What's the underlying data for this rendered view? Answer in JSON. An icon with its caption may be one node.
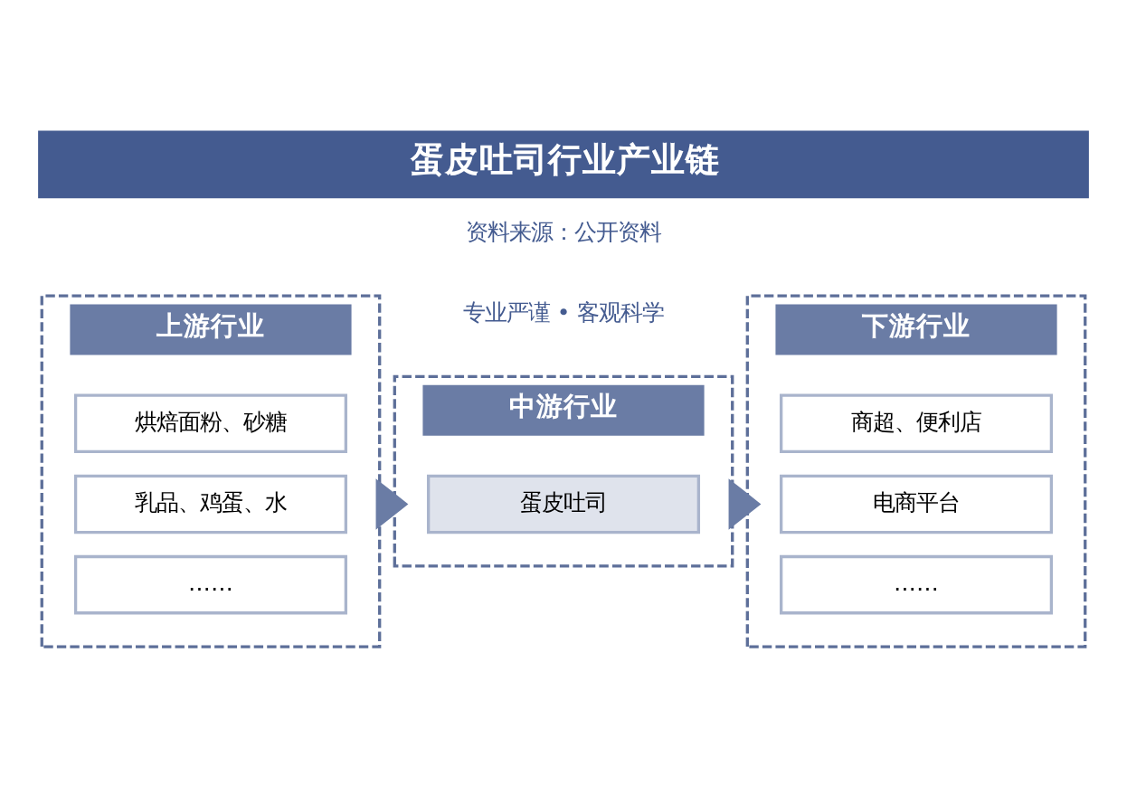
{
  "diagram": {
    "title": "蛋皮吐司行业产业链",
    "nodes": [
      {
        "text": [
          "上游行业"
        ]
      },
      {
        "text": [
          "烘焙面粉、砂糖"
        ],
        "in": 0
      },
      {
        "text": [
          "乳品、鸡蛋、水"
        ],
        "in": 0
      },
      {
        "text": [
          "……"
        ],
        "in": 0
      },
      {
        "text": [
          "中游行业"
        ]
      },
      {
        "text": [
          "蛋皮吐司"
        ],
        "in": 4
      },
      {
        "text": [
          "下游行业"
        ]
      },
      {
        "text": [
          "商超、便利店"
        ],
        "in": 6
      },
      {
        "text": [
          "电商平台"
        ],
        "in": 6
      },
      {
        "text": [
          "……"
        ],
        "in": 6
      }
    ],
    "edges": [
      {
        "from": 0,
        "to": 4,
        "arrow": "to",
        "style": "thick"
      },
      {
        "from": 4,
        "to": 6,
        "arrow": "to",
        "style": "thick"
      }
    ],
    "labels": [
      "专业严谨 • 客观科学",
      "资料来源：公开资料"
    ]
  }
}
